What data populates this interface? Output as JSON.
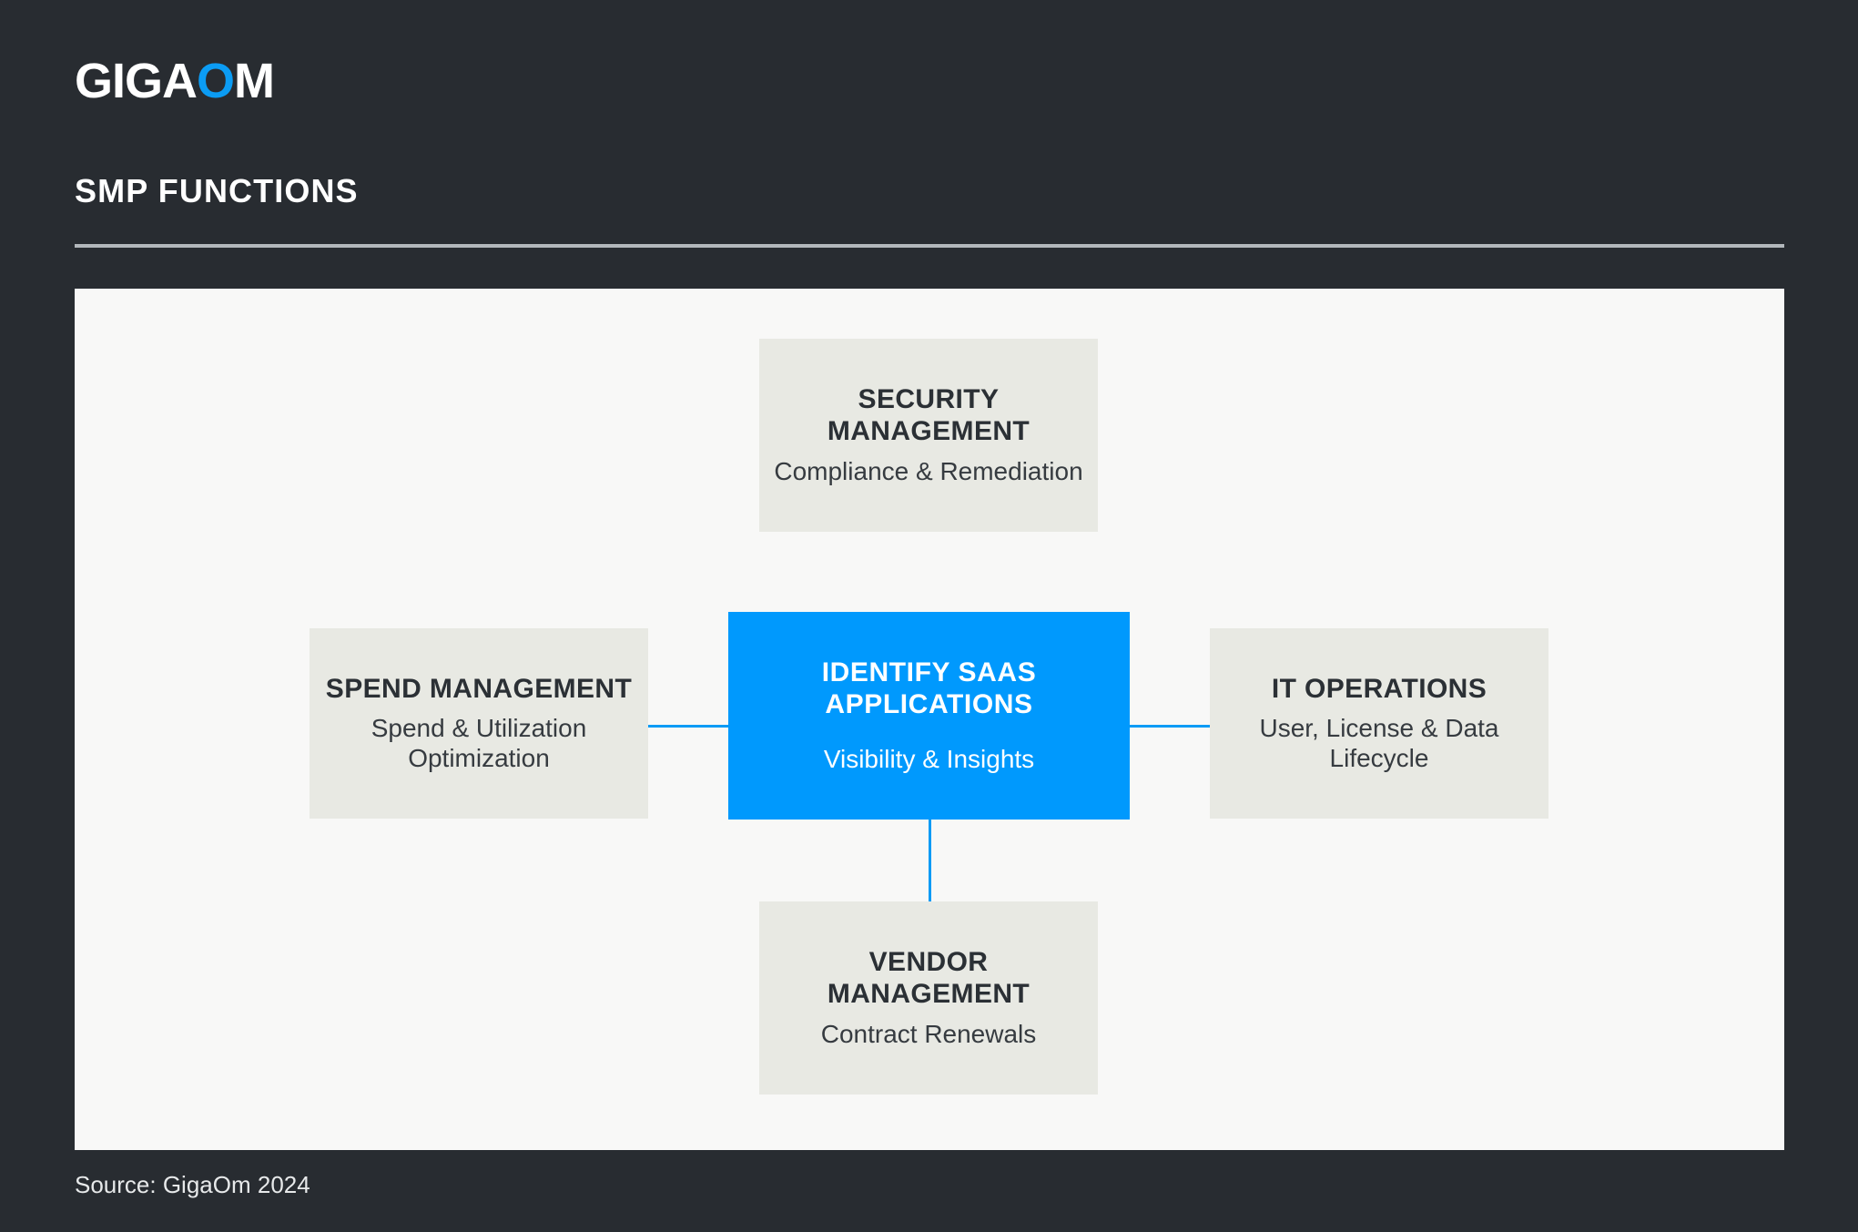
{
  "brand": {
    "logo_part1": "GIGA",
    "logo_o": "O",
    "logo_part2": "M"
  },
  "header": {
    "title": "SMP FUNCTIONS"
  },
  "footer": {
    "source": "Source: GigaOm 2024"
  },
  "colors": {
    "background": "#282c31",
    "card": "#f8f8f7",
    "node_secondary": "#e8e9e3",
    "node_primary": "#0099fd",
    "connector": "#0d9bf5",
    "accent_blue": "#0b9cf4",
    "rule": "#b3b8bc",
    "text_dark": "#2b3035",
    "text_light": "#ffffff"
  },
  "chart_data": {
    "type": "diagram",
    "layout": "hub-and-spoke",
    "title": "SMP FUNCTIONS",
    "center": {
      "id": "identify-saas-applications",
      "title": "IDENTIFY SAAS APPLICATIONS",
      "subtitle": "Visibility & Insights",
      "style": "primary"
    },
    "nodes": [
      {
        "id": "security-management",
        "position": "top",
        "title": "SECURITY MANAGEMENT",
        "subtitle": "Compliance & Remediation",
        "style": "secondary"
      },
      {
        "id": "spend-management",
        "position": "left",
        "title": "SPEND MANAGEMENT",
        "subtitle": "Spend & Utilization Optimization",
        "style": "secondary"
      },
      {
        "id": "it-operations",
        "position": "right",
        "title": "IT OPERATIONS",
        "subtitle": "User, License & Data Lifecycle",
        "style": "secondary"
      },
      {
        "id": "vendor-management",
        "position": "bottom",
        "title": "VENDOR MANAGEMENT",
        "subtitle": "Contract Renewals",
        "style": "secondary"
      }
    ],
    "connectors": [
      {
        "from": "identify-saas-applications",
        "to": "security-management",
        "orientation": "vertical"
      },
      {
        "from": "identify-saas-applications",
        "to": "spend-management",
        "orientation": "horizontal"
      },
      {
        "from": "identify-saas-applications",
        "to": "it-operations",
        "orientation": "horizontal"
      },
      {
        "from": "identify-saas-applications",
        "to": "vendor-management",
        "orientation": "vertical"
      }
    ]
  }
}
